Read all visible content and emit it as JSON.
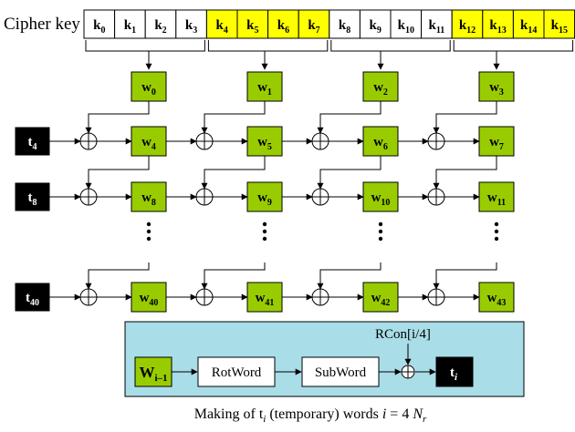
{
  "cipher_key": {
    "label": "Cipher key",
    "cells": [
      {
        "base": "k",
        "sub": "0",
        "color": "#ffffff"
      },
      {
        "base": "k",
        "sub": "1",
        "color": "#ffffff"
      },
      {
        "base": "k",
        "sub": "2",
        "color": "#ffffff"
      },
      {
        "base": "k",
        "sub": "3",
        "color": "#ffffff"
      },
      {
        "base": "k",
        "sub": "4",
        "color": "#ffff00"
      },
      {
        "base": "k",
        "sub": "5",
        "color": "#ffff00"
      },
      {
        "base": "k",
        "sub": "6",
        "color": "#ffff00"
      },
      {
        "base": "k",
        "sub": "7",
        "color": "#ffff00"
      },
      {
        "base": "k",
        "sub": "8",
        "color": "#ffffff"
      },
      {
        "base": "k",
        "sub": "9",
        "color": "#ffffff"
      },
      {
        "base": "k",
        "sub": "10",
        "color": "#ffffff"
      },
      {
        "base": "k",
        "sub": "11",
        "color": "#ffffff"
      },
      {
        "base": "k",
        "sub": "12",
        "color": "#ffff00"
      },
      {
        "base": "k",
        "sub": "13",
        "color": "#ffff00"
      },
      {
        "base": "k",
        "sub": "14",
        "color": "#ffff00"
      },
      {
        "base": "k",
        "sub": "15",
        "color": "#ffff00"
      }
    ]
  },
  "initial_words": [
    {
      "base": "w",
      "sub": "0"
    },
    {
      "base": "w",
      "sub": "1"
    },
    {
      "base": "w",
      "sub": "2"
    },
    {
      "base": "w",
      "sub": "3"
    }
  ],
  "rows": [
    {
      "t": {
        "base": "t",
        "sub": "4"
      },
      "words": [
        {
          "base": "w",
          "sub": "4"
        },
        {
          "base": "w",
          "sub": "5"
        },
        {
          "base": "w",
          "sub": "6"
        },
        {
          "base": "w",
          "sub": "7"
        }
      ]
    },
    {
      "t": {
        "base": "t",
        "sub": "8"
      },
      "words": [
        {
          "base": "w",
          "sub": "8"
        },
        {
          "base": "w",
          "sub": "9"
        },
        {
          "base": "w",
          "sub": "10"
        },
        {
          "base": "w",
          "sub": "11"
        }
      ]
    },
    {
      "t": {
        "base": "t",
        "sub": "40"
      },
      "words": [
        {
          "base": "w",
          "sub": "40"
        },
        {
          "base": "w",
          "sub": "41"
        },
        {
          "base": "w",
          "sub": "42"
        },
        {
          "base": "w",
          "sub": "43"
        }
      ]
    }
  ],
  "detail": {
    "input": {
      "base": "W",
      "sub": "i–1"
    },
    "rotword": "RotWord",
    "subword": "SubWord",
    "rcon": "RCon[i/4]",
    "output": {
      "base": "t",
      "sub": "i"
    }
  },
  "caption": {
    "prefix": "Making of t",
    "t_sub": "i",
    "middle": " (temporary) words ",
    "var": "i",
    "equals": " = 4 ",
    "n": "N",
    "n_sub": "r"
  },
  "colors": {
    "word_fill": "#99cc00",
    "t_fill": "#000000",
    "panel_fill": "#a9dde8",
    "key_highlight": "#ffff00",
    "stroke": "#000000"
  }
}
